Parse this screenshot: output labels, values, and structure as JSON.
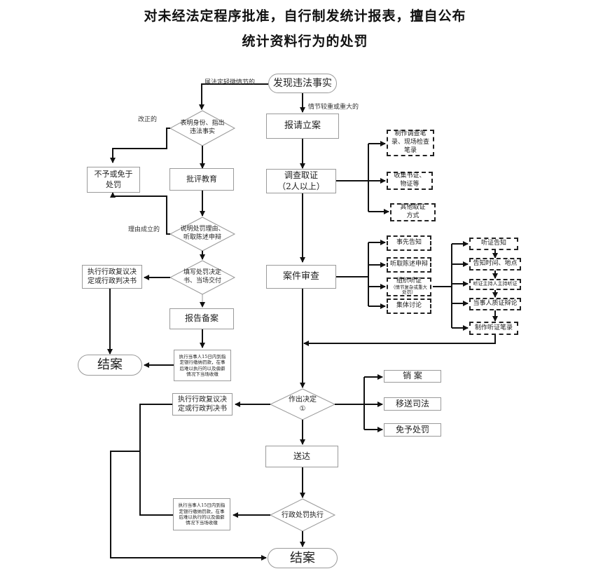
{
  "title": {
    "line1": "对未经法定程序批准，自行制发统计报表，擅自公布",
    "line2": "统计资料行为的处罚"
  },
  "nodes": {
    "discover": "发现违法事实",
    "identify": "表明身份、指出\n违法事实",
    "no_penalty": "不予或免于\n处罚",
    "criticize": "批评教育",
    "explain": "说明处罚理由、\n听取陈述申辩",
    "fill_decision": "填写处罚决定\n书、当场交付",
    "review_left": "执行行政复议决\n定或行政判决书",
    "report_file": "报告备案",
    "close_top": "结案",
    "collect_top": "执行当事人15日内到指\n定银行缴纳罚款，在事\n后难以执行的以及偏僻\n情况下当场收缴",
    "file_case": "报请立案",
    "investigate": "调查取证\n（2人以上）",
    "inv_record": "制作调查笔\n录、现场检查\n笔录",
    "inv_evidence": "收集书证、\n物证等",
    "inv_other": "其他取证\n方式",
    "review_case": "案件审查",
    "notify": "事先告知",
    "hear_defense": "听取陈述申辩",
    "hearing": "组织听证",
    "hearing_note": "（情节复杂或重大\n处罚）",
    "collective": "集体讨论",
    "h_notice": "听证告知",
    "h_time": "告知时间、地点",
    "h_host": "听证主持人主持听证",
    "h_debate": "当事人质证辩论",
    "h_record": "制作听证笔录",
    "decide": "作出决定\n①",
    "cancel": "销    案",
    "transfer": "移送司法",
    "exempt": "免予处罚",
    "review_mid": "执行行政复议决\n定或行政判决书",
    "deliver": "送达",
    "execute": "行政处罚执行",
    "collect_bottom": "执行当事人15日内到指\n定银行缴纳罚款，在事\n后难以执行的以及偏僻\n情况下当场收缴",
    "close_bottom": "结案"
  },
  "labels": {
    "minor": "属法定轻微情节的",
    "serious": "情节较重或重大的",
    "corrected": "改正的",
    "reason_valid": "理由成立的"
  }
}
